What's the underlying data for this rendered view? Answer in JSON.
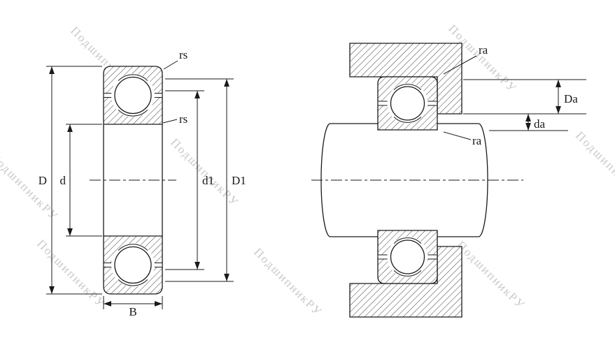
{
  "watermark": {
    "text": "ПодшипникРУ"
  },
  "colors": {
    "line": "#1a1a1a",
    "watermark": "#c9c9c9"
  },
  "left_view": {
    "labels": {
      "rs_top": "rs",
      "rs_inner": "rs",
      "D": "D",
      "d": "d",
      "d1": "d1",
      "D1": "D1",
      "B": "B"
    }
  },
  "right_view": {
    "labels": {
      "ra_top": "ra",
      "ra_shaft": "ra",
      "Da": "Da",
      "da": "da"
    }
  }
}
